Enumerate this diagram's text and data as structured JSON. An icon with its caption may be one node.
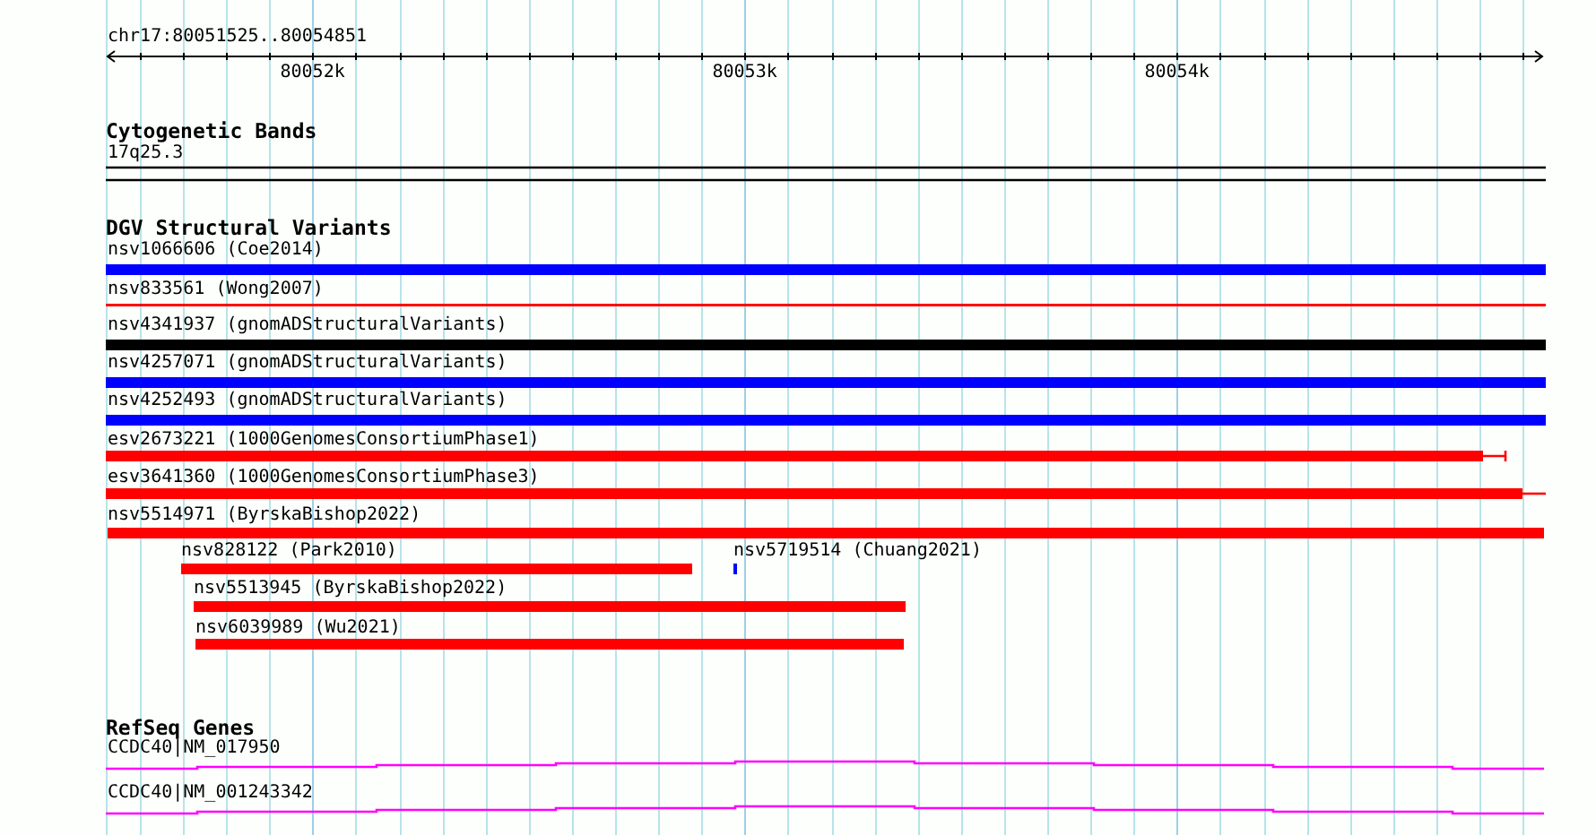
{
  "diagram": {
    "nodes": [
      {
        "text": [
          "17q25.3"
        ]
      },
      {
        "text": [
          "nsv1066606 (Coe2014)"
        ]
      },
      {
        "text": [
          "nsv833561 (Wong2007)"
        ]
      },
      {
        "text": [
          "nsv4341937 (gnomADStructuralVariants)"
        ]
      },
      {
        "text": [
          "nsv4257071 (gnomADStructuralVariants)"
        ]
      },
      {
        "text": [
          "nsv4252493 (gnomADStructuralVariants)"
        ]
      },
      {
        "text": [
          "esv2673221 (1000GenomesConsortiumPhase1)"
        ]
      },
      {
        "text": [
          "esv3641360 (1000GenomesConsortiumPhase3)"
        ]
      },
      {
        "text": [
          "nsv5514971 (ByrskaBishop2022)"
        ]
      },
      {
        "text": [
          "nsv828122 (Park2010)"
        ]
      },
      {
        "text": [
          "nsv5719514 (Chuang2021)"
        ]
      },
      {
        "text": [
          "nsv5513945 (ByrskaBishop2022)"
        ]
      },
      {
        "text": [
          "nsv6039989 (Wu2021)"
        ]
      },
      {
        "text": [
          "CCDC40|NM_017950"
        ]
      },
      {
        "text": [
          "CCDC40|NM_001243342"
        ]
      }
    ],
    "labels": [
      "chr17:80051525..80054851",
      "80052k",
      "80053k",
      "80054k",
      "Cytogenetic Bands",
      "DGV Structural Variants",
      "RefSeq Genes"
    ]
  }
}
